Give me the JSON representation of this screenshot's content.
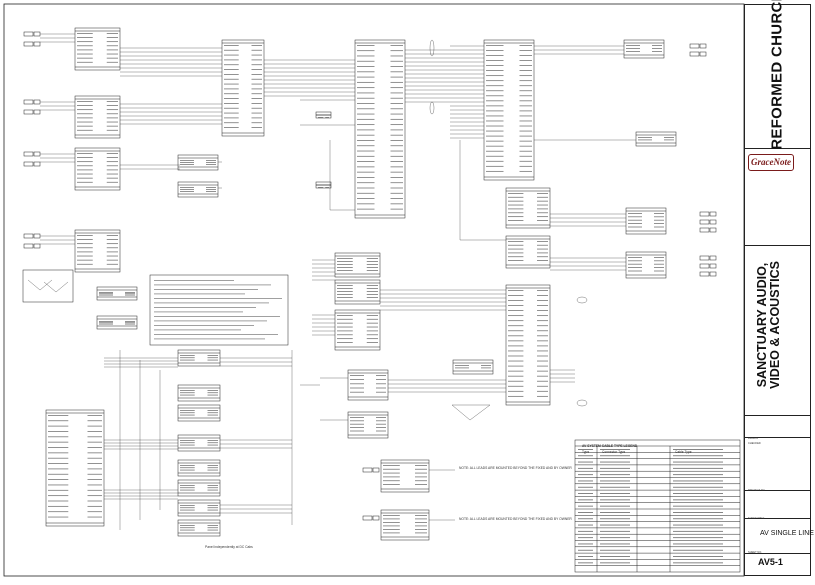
{
  "title_block": {
    "church_name": "REFORMED CHURCH",
    "logo_text": "GraceNote",
    "project_title": "SANCTUARY AUDIO, VIDEO & ACOUSTICS",
    "sheet_title": "AV SINGLE LINE DIAGRAMS",
    "sheet_number": "AV5-1",
    "drawn_label": "DRAWN",
    "checked_label": "CHECKED",
    "project_no_label": "PROJECT NO.",
    "sheet_title_label": "SHEET TITLE",
    "sheet_no_label": "SHEET NO."
  },
  "diagram": {
    "notes_text": "Panel independently at DC Cabs",
    "cable_schedule_title": "AV SYSTEM CABLE TYPE LEGEND",
    "cable_schedule_headers": [
      "Type",
      "Connector Type",
      "Cable Type"
    ],
    "note_beyond_fixed": "NOTE: ALL LEADS ARE MOUNTED BEYOND THE FIXED AND BY OWNER"
  },
  "colors": {
    "line": "#222222",
    "paper": "#ffffff",
    "logo": "#7a1b1b"
  }
}
